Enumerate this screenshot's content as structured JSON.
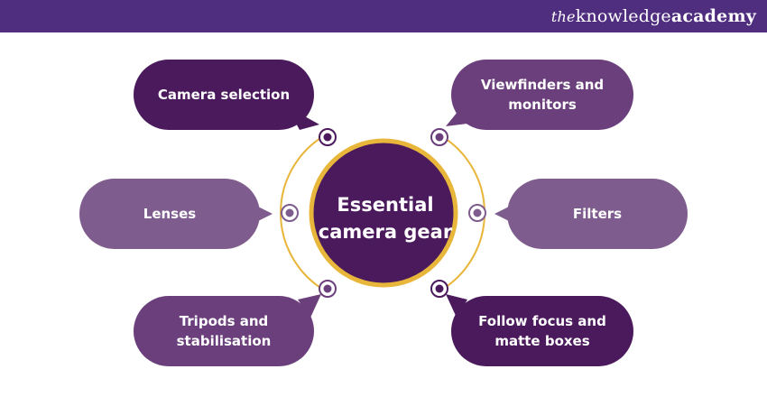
{
  "brand": {
    "prefix": "the",
    "middle": "knowledge",
    "suffix": "academy"
  },
  "center": {
    "title": "Essential camera gear"
  },
  "items": [
    {
      "label": "Camera selection"
    },
    {
      "label": "Viewfinders and monitors"
    },
    {
      "label": "Lenses"
    },
    {
      "label": "Filters"
    },
    {
      "label": "Tripods and stabilisation"
    },
    {
      "label": "Follow focus and matte boxes"
    }
  ],
  "colors": {
    "header": "#4f2d7f",
    "dark_purple": "#4b1a5c",
    "mid_purple": "#6b3f7c",
    "light_purple": "#7e5d8e",
    "gold": "#e8b63a"
  }
}
